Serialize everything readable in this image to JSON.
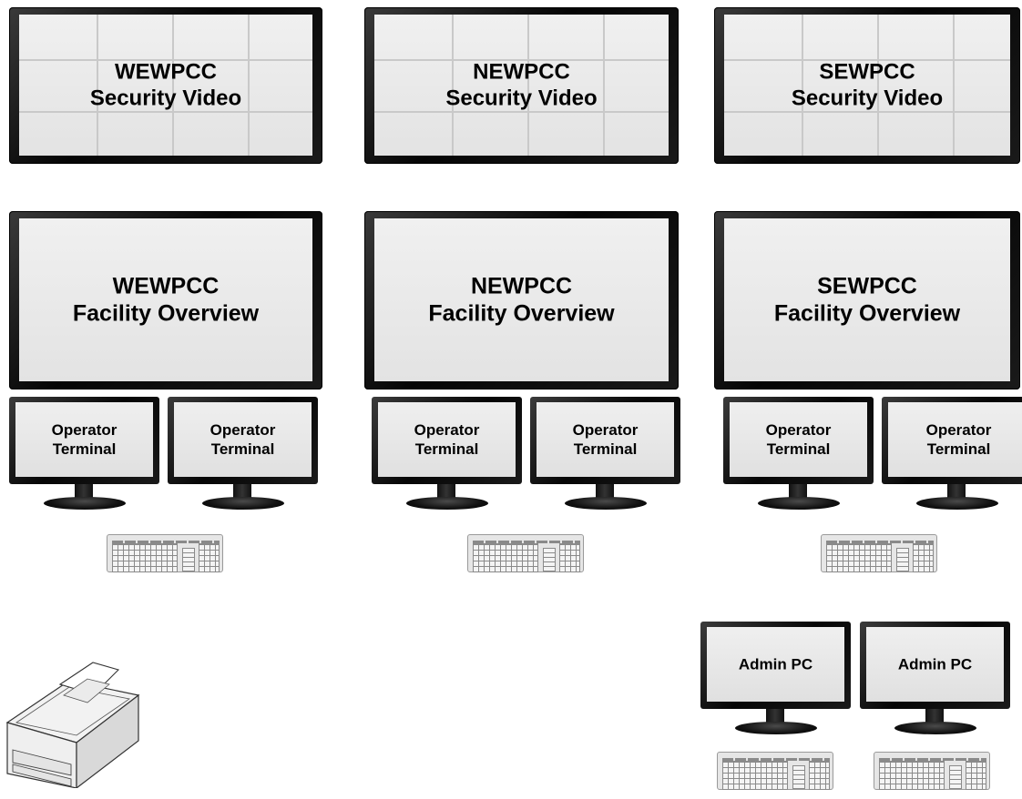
{
  "security_walls": [
    {
      "line1": "WEWPCC",
      "line2": "Security Video"
    },
    {
      "line1": "NEWPCC",
      "line2": "Security Video"
    },
    {
      "line1": "SEWPCC",
      "line2": "Security Video"
    }
  ],
  "overview_walls": [
    {
      "line1": "WEWPCC",
      "line2": "Facility Overview"
    },
    {
      "line1": "NEWPCC",
      "line2": "Facility Overview"
    },
    {
      "line1": "SEWPCC",
      "line2": "Facility Overview"
    }
  ],
  "terminals": [
    {
      "line1": "Operator",
      "line2": "Terminal"
    },
    {
      "line1": "Operator",
      "line2": "Terminal"
    },
    {
      "line1": "Operator",
      "line2": "Terminal"
    },
    {
      "line1": "Operator",
      "line2": "Terminal"
    },
    {
      "line1": "Operator",
      "line2": "Terminal"
    },
    {
      "line1": "Operator",
      "line2": "Terminal"
    }
  ],
  "admin_pcs": [
    {
      "label": "Admin PC"
    },
    {
      "label": "Admin PC"
    }
  ]
}
